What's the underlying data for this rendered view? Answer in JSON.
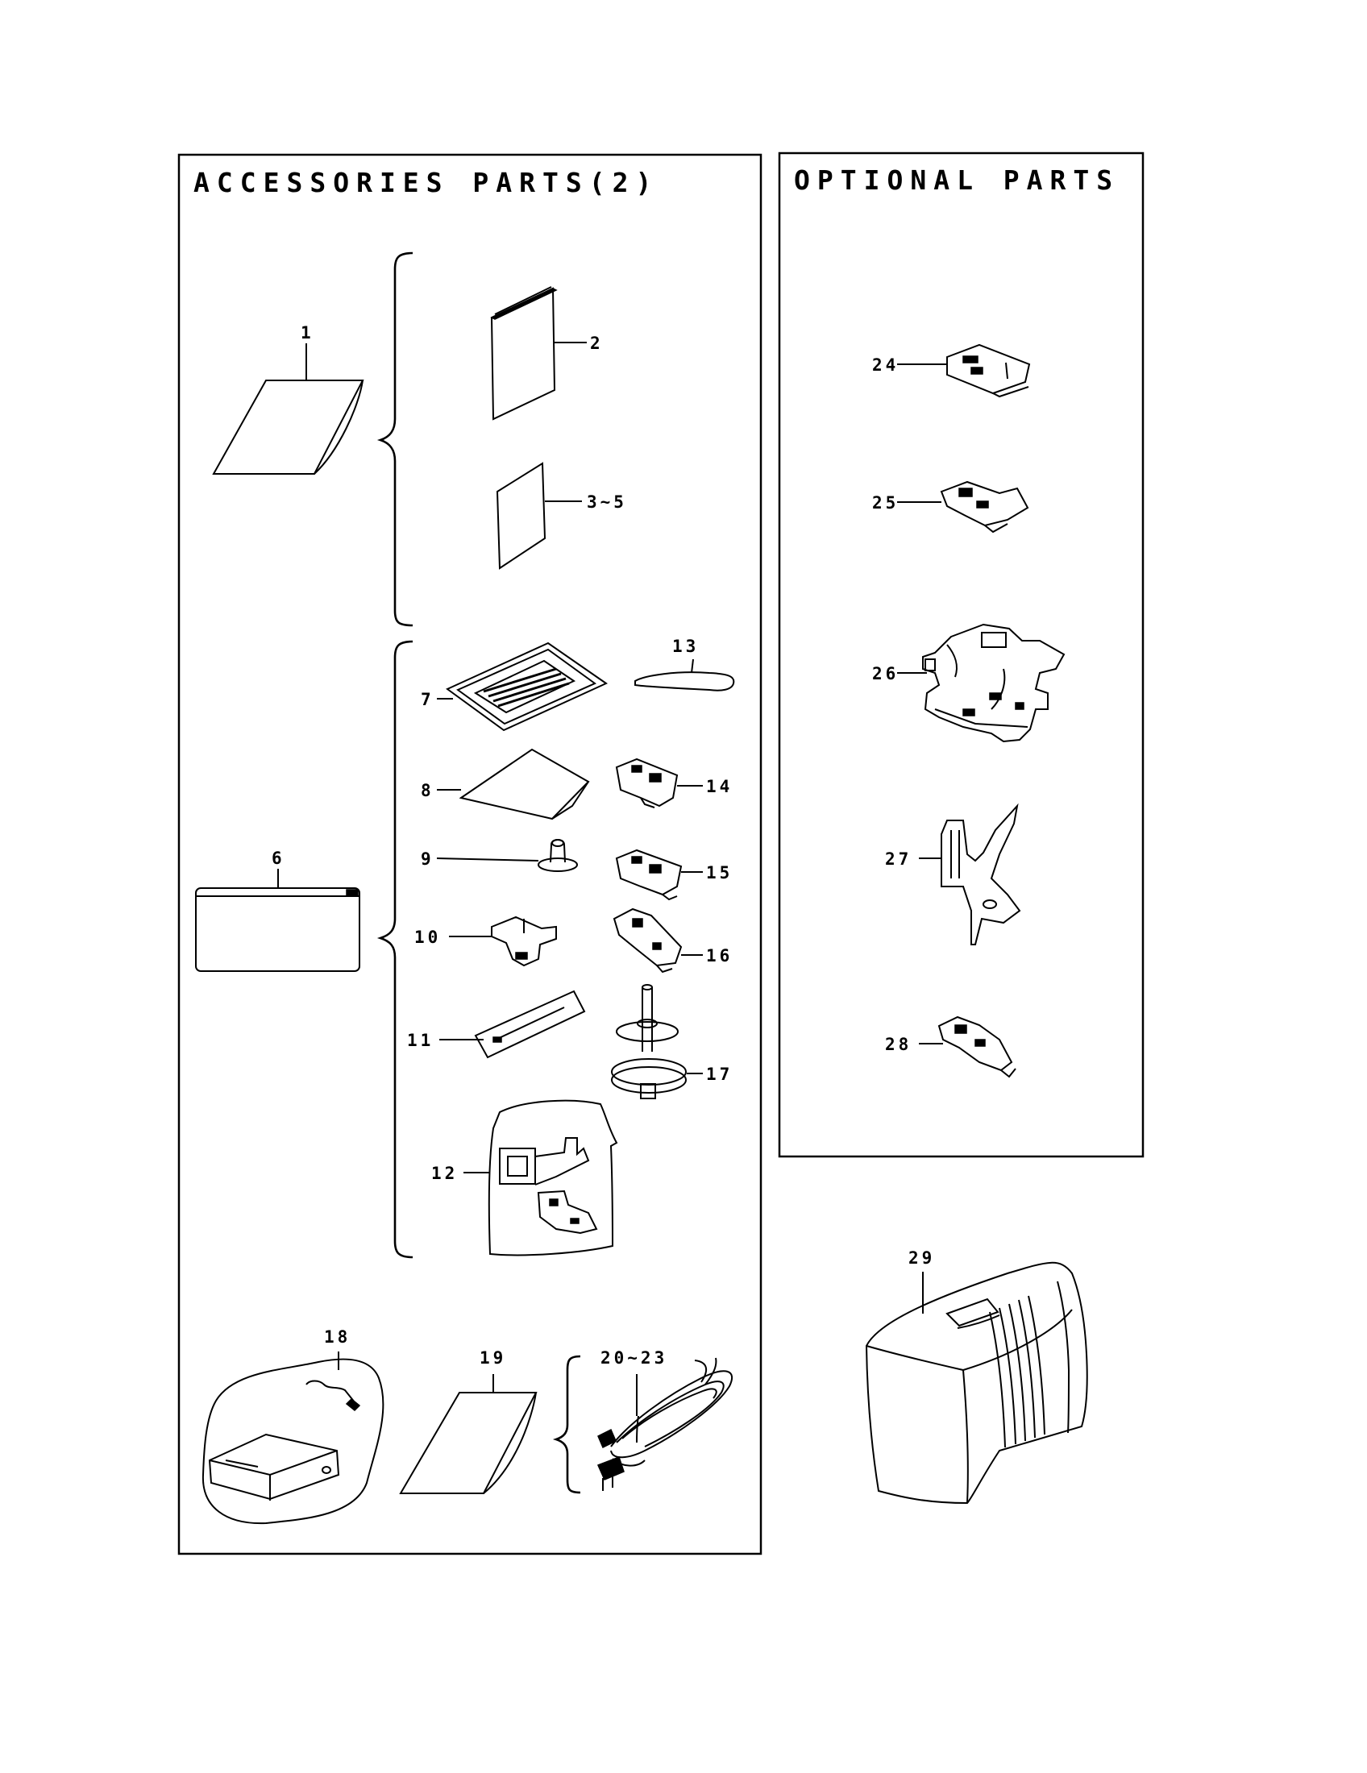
{
  "panels": {
    "accessories_title": "ACCESSORIES PARTS(2)",
    "optional_title": "OPTIONAL PARTS"
  },
  "callouts": {
    "p1": "1",
    "p2": "2",
    "p3_5": "3~5",
    "p6": "6",
    "p7": "7",
    "p8": "8",
    "p9": "9",
    "p10": "10",
    "p11": "11",
    "p12": "12",
    "p13": "13",
    "p14": "14",
    "p15": "15",
    "p16": "16",
    "p17": "17",
    "p18": "18",
    "p19": "19",
    "p20_23": "20~23",
    "p24": "24",
    "p25": "25",
    "p26": "26",
    "p27": "27",
    "p28": "28",
    "p29": "29"
  },
  "icons": {
    "envelope": "envelope-icon",
    "manual": "manual-book-icon",
    "sheet": "sheet-icon",
    "pouch": "zip-pouch-icon",
    "needles": "needle-pack-icon",
    "felt": "felt-sheet-icon",
    "spool_cap": "spool-cap-icon",
    "presser_foot": "presser-foot-icon",
    "seam_ripper": "seam-ripper-icon",
    "brush": "brush-icon",
    "spool_pin": "spool-pin-icon",
    "foot_controller": "foot-controller-icon",
    "power_cord": "power-cord-icon",
    "walking_foot": "walking-foot-icon",
    "guide_foot": "guide-foot-icon",
    "dust_cover": "dust-cover-icon"
  }
}
